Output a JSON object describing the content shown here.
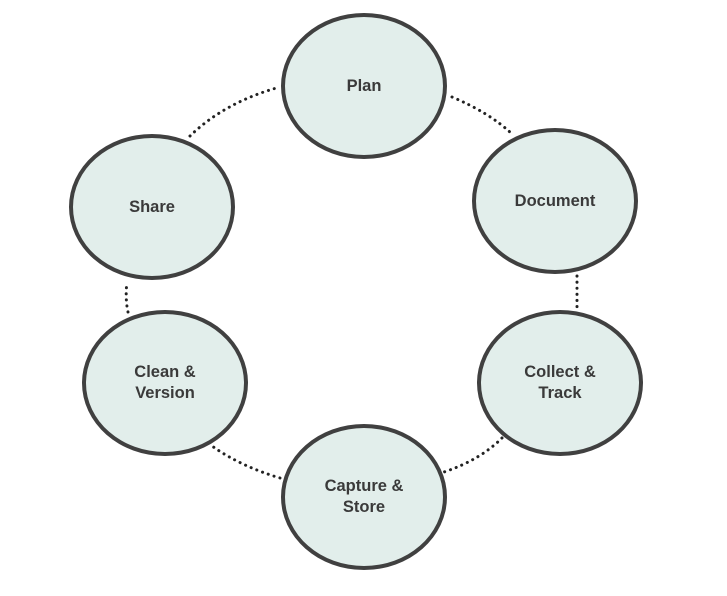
{
  "diagram": {
    "nodes": [
      {
        "id": "plan",
        "label": "Plan"
      },
      {
        "id": "document",
        "label": "Document"
      },
      {
        "id": "collect-track",
        "label": "Collect &\nTrack"
      },
      {
        "id": "capture-store",
        "label": "Capture &\nStore"
      },
      {
        "id": "clean-version",
        "label": "Clean &\nVersion"
      },
      {
        "id": "share",
        "label": "Share"
      }
    ],
    "connector_style": "dotted",
    "colors": {
      "node_fill": "#e2eeeb",
      "node_border": "#404040",
      "connector": "#222222",
      "label": "#3a3a3a"
    }
  }
}
